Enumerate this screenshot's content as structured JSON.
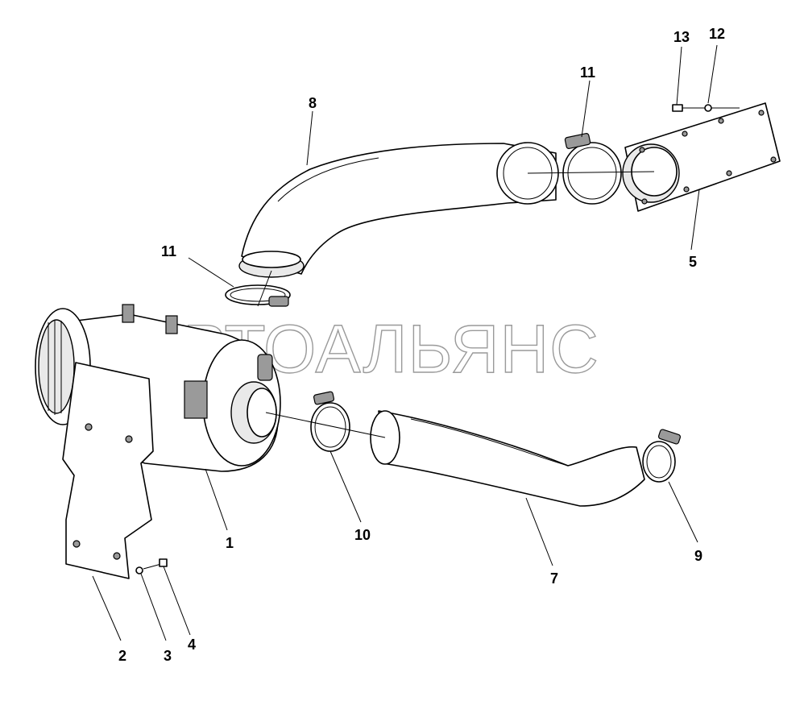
{
  "watermark": "АВТОАЛЬЯНС",
  "callouts": {
    "c1": "1",
    "c2": "2",
    "c3": "3",
    "c4": "4",
    "c5": "5",
    "c7": "7",
    "c8": "8",
    "c9": "9",
    "c10": "10",
    "c11_upper": "11",
    "c11_left": "11",
    "c12": "12",
    "c13": "13"
  }
}
